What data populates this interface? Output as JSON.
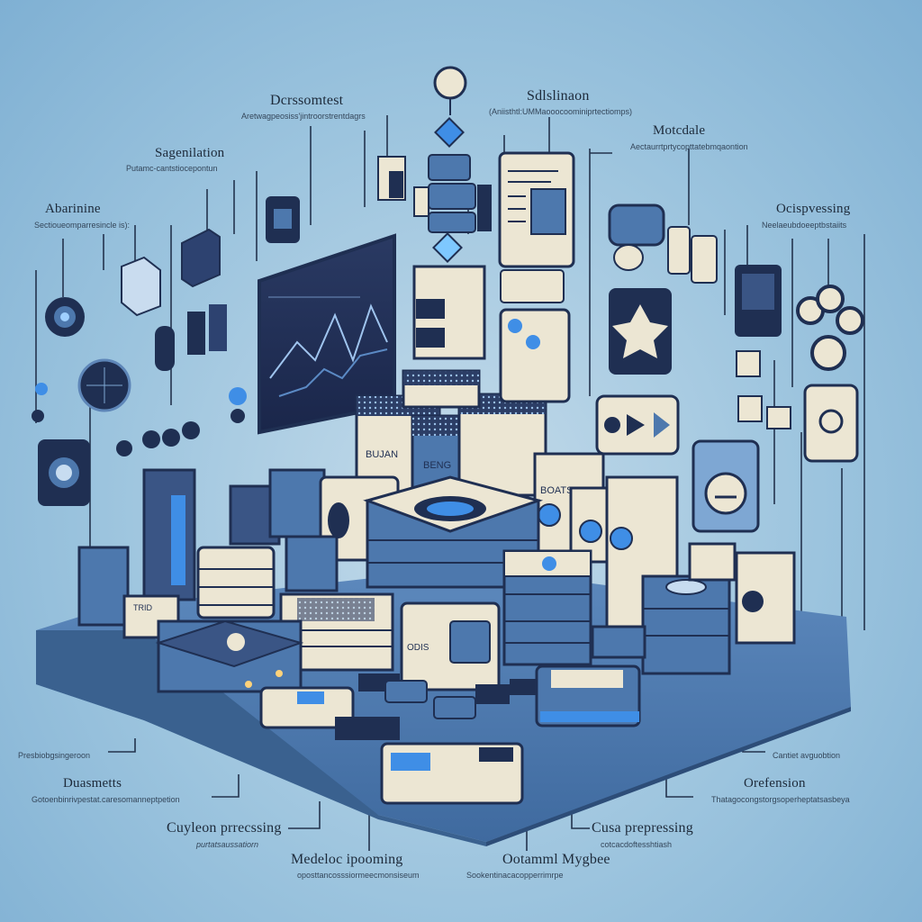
{
  "top_labels": [
    {
      "id": "documentset",
      "title": "Dcrssomtest",
      "sub": "Aretwagpeosiss'jintroorstrentdagrs"
    },
    {
      "id": "sdslisation",
      "title": "Sdlslinaon",
      "sub": "(Aniisthtl:UMMaooocoominiprtectiomps)"
    },
    {
      "id": "segmentation",
      "title": "Sagenilation",
      "sub": "Putamc-cantstiocepontun"
    },
    {
      "id": "moteale",
      "title": "Motcdale",
      "sub": "Aectaurrtprtycopttatebmqaontion"
    },
    {
      "id": "abarinine",
      "title": "Abarinine",
      "sub": "Sectioueomparresincle is):"
    },
    {
      "id": "ocispvessing",
      "title": "Ocispvessing",
      "sub": "Neelaeubdoeeptbstaiits"
    }
  ],
  "bottom_labels": [
    {
      "id": "presbigtown",
      "title": "",
      "sub": "Presbiobgsingeroon"
    },
    {
      "id": "duasmetts",
      "title": "Duasmetts",
      "sub": "Gotoenbinrivpestat.caresomanneptpetion"
    },
    {
      "id": "cuyleon",
      "title": "Cuyleon prrecssing",
      "sub": "purtatsaussatiorn"
    },
    {
      "id": "medelocl",
      "title": "Medeloc ipooming",
      "sub": "oposttancosssiormeecmonsiseum"
    },
    {
      "id": "ootamm",
      "title": "Ootamml Mygbee",
      "sub": "Sookentinacacopperrimrpe"
    },
    {
      "id": "cantiet",
      "title": "",
      "sub": "Cantiet avguobtion"
    },
    {
      "id": "oreffension",
      "title": "Orefension",
      "sub": "Thatagocongstorgsoperheptatsasbeya"
    },
    {
      "id": "cusa",
      "title": "Cusa prepressing",
      "sub": "cotcacdoftesshtiash"
    }
  ],
  "node_labels": {
    "server_a": "BUJAN",
    "server_b": "BENG",
    "box_a": "BOATS",
    "box_b": "ODIS",
    "box_c": "TRID"
  },
  "colors": {
    "navy": "#1f2f52",
    "blue": "#4d78ad",
    "light_blue": "#7ea7d3",
    "cream": "#ece6d3",
    "accent": "#3f8ee6"
  }
}
